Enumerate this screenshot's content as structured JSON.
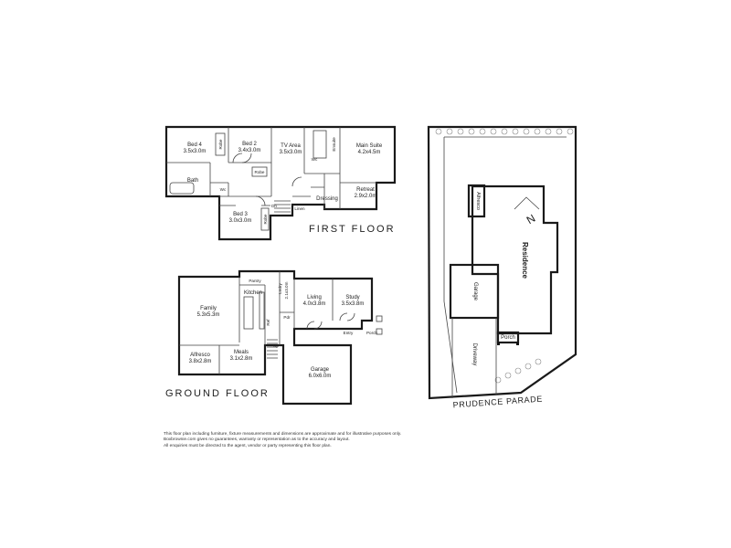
{
  "first_floor": {
    "heading": "FIRST FLOOR",
    "rooms": [
      {
        "id": "bed4",
        "name": "Bed 4",
        "dims": "3.5x3.0m"
      },
      {
        "id": "bed2",
        "name": "Bed 2",
        "dims": "3.4x3.0m"
      },
      {
        "id": "tv",
        "name": "TV Area",
        "dims": "3.5x3.0m"
      },
      {
        "id": "main",
        "name": "Main Suite",
        "dims": "4.2x4.5m"
      },
      {
        "id": "retreat",
        "name": "Retreat",
        "dims": "2.9x2.0m"
      },
      {
        "id": "bed3",
        "name": "Bed 3",
        "dims": "3.0x3.0m"
      }
    ],
    "labels": {
      "bath": "Bath",
      "wc1": "Wc",
      "wc2": "Wc",
      "robe1": "Robe",
      "robe2": "Robe",
      "robe3": "Robe",
      "ensuite": "Ensuite",
      "dressing": "Dressing",
      "linen": "Linen",
      "dn": "Dn"
    }
  },
  "ground_floor": {
    "heading": "GROUND FLOOR",
    "rooms": [
      {
        "id": "family",
        "name": "Family",
        "dims": "5.3x5.3m"
      },
      {
        "id": "alfresco",
        "name": "Alfresco",
        "dims": "3.8x2.8m"
      },
      {
        "id": "meals",
        "name": "Meals",
        "dims": "3.1x2.8m"
      },
      {
        "id": "laundry",
        "name": "Lndry",
        "dims": "2.1x3.0m"
      },
      {
        "id": "living",
        "name": "Living",
        "dims": "4.0x3.8m"
      },
      {
        "id": "study",
        "name": "Study",
        "dims": "3.5x3.8m"
      },
      {
        "id": "garage",
        "name": "Garage",
        "dims": "6.0x6.0m"
      }
    ],
    "labels": {
      "kitchen": "Kitchen",
      "pantry": "Pantry",
      "pdr": "Pdr",
      "entry": "Entry",
      "porch": "Porch",
      "up": "Up",
      "ref": "Ref"
    }
  },
  "site_plan": {
    "residence": "Residence",
    "alfresco": "Alfresco",
    "garage": "Garage",
    "driveway": "Driveway",
    "porch": "Porch",
    "street": "PRUDENCE PARADE",
    "north": "N"
  },
  "disclaimer": [
    "This floor plan including furniture, fixture measurements and dimensions are approximate and for illustrative purposes only.",
    "Boxbrownie.com gives no guarantees, warranty or representation as to the accuracy and layout.",
    "All enquiries must be directed to the agent, vendor or party representing this floor plan."
  ]
}
